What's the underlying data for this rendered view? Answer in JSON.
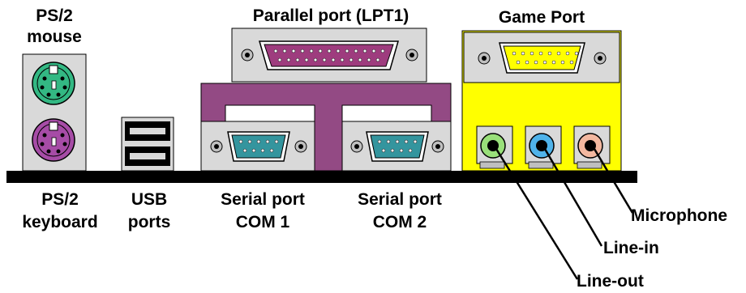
{
  "labels": {
    "ps2_mouse": [
      "PS/2",
      "mouse"
    ],
    "parallel_port": "Parallel port (LPT1)",
    "game_port": "Game Port",
    "ps2_keyboard": [
      "PS/2",
      "keyboard"
    ],
    "usb_ports": [
      "USB",
      "ports"
    ],
    "serial_com1": [
      "Serial port",
      "COM 1"
    ],
    "serial_com2": [
      "Serial port",
      "COM 2"
    ],
    "microphone": "Microphone",
    "line_in": "Line-in",
    "line_out": "Line-out"
  },
  "colors": {
    "board_base": "#000000",
    "panel_gray": "#d9d9d9",
    "ps2_mouse": "#33b883",
    "ps2_keyboard": "#a64ca6",
    "parallel_connector": "#9e3c7e",
    "com_bracket": "#934a84",
    "serial_connector": "#34959e",
    "game_panel": "#ffff00",
    "game_connector": "#ffff00",
    "audio_line_out": "#99e07a",
    "audio_line_in": "#4fb3ea",
    "audio_mic": "#f3b8a0"
  }
}
